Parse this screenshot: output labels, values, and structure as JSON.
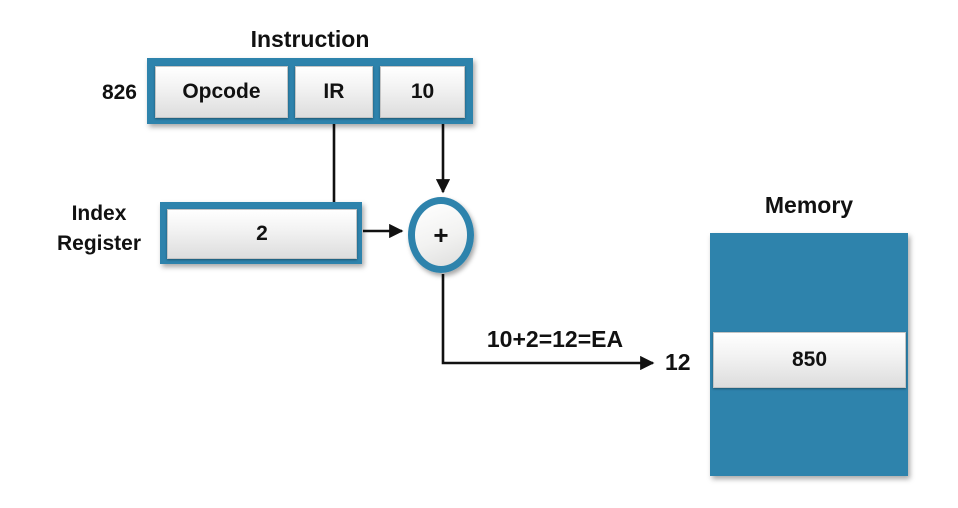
{
  "colors": {
    "teal": "#2E83AC",
    "line": "#111111",
    "cell_gradient_top": "#ffffff",
    "cell_gradient_bottom": "#dddddd"
  },
  "instruction": {
    "title": "Instruction",
    "address_label": "826",
    "fields": [
      {
        "label": "Opcode"
      },
      {
        "label": "IR"
      },
      {
        "label": "10"
      }
    ]
  },
  "index_register": {
    "label_line1": "Index",
    "label_line2": "Register",
    "value": "2"
  },
  "adder": {
    "symbol": "+"
  },
  "effective_address": {
    "formula": "10+2=12=EA",
    "address": "12"
  },
  "memory": {
    "title": "Memory",
    "cell_value": "850"
  }
}
